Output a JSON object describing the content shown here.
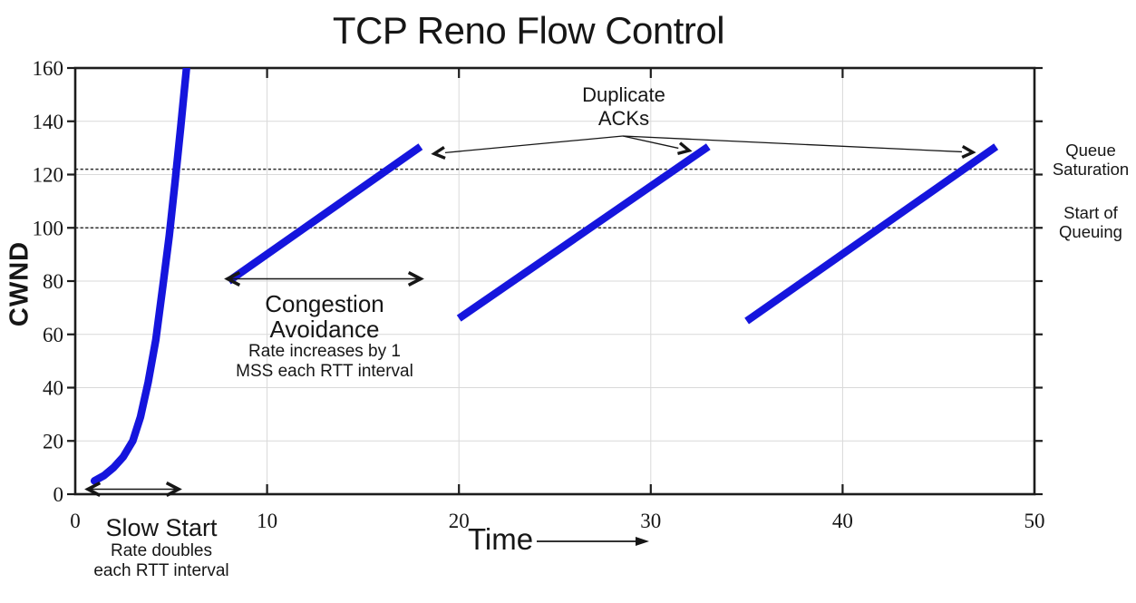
{
  "chart_data": {
    "type": "line",
    "title": "TCP Reno Flow Control",
    "xlabel": "Time",
    "ylabel": "CWND",
    "xlim": [
      0,
      50
    ],
    "ylim": [
      0,
      160
    ],
    "x_ticks": [
      0,
      10,
      20,
      30,
      40,
      50
    ],
    "y_ticks": [
      0,
      20,
      40,
      60,
      80,
      100,
      120,
      140,
      160
    ],
    "grid": true,
    "legend": "none",
    "series_color": "#1515dd",
    "series": [
      {
        "name": "slow-start",
        "phase": "Slow Start",
        "points": [
          [
            1,
            5
          ],
          [
            1.5,
            7
          ],
          [
            2,
            10
          ],
          [
            2.5,
            14
          ],
          [
            3,
            20
          ],
          [
            3.4,
            29
          ],
          [
            3.8,
            42
          ],
          [
            4.2,
            58
          ],
          [
            4.6,
            80
          ],
          [
            4.9,
            97
          ],
          [
            5.2,
            117
          ],
          [
            5.5,
            138
          ],
          [
            5.8,
            160
          ],
          [
            5.95,
            172
          ]
        ]
      },
      {
        "name": "congestion-avoidance-1",
        "phase": "Congestion Avoidance",
        "points": [
          [
            8,
            80
          ],
          [
            18,
            130.5
          ]
        ]
      },
      {
        "name": "congestion-avoidance-2",
        "phase": "Congestion Avoidance",
        "points": [
          [
            20,
            66
          ],
          [
            33,
            130.5
          ]
        ]
      },
      {
        "name": "congestion-avoidance-3",
        "phase": "Congestion Avoidance",
        "points": [
          [
            35,
            65
          ],
          [
            48,
            130.5
          ]
        ]
      }
    ],
    "reference_lines": [
      {
        "y": 122,
        "label": "Queue Saturation",
        "style": "dashed"
      },
      {
        "y": 100,
        "label": "Start of Queuing",
        "style": "dashed"
      }
    ]
  },
  "annotations": {
    "duplicate_acks": {
      "line1": "Duplicate",
      "line2": "ACKs"
    },
    "congestion_avoidance": {
      "title_line1": "Congestion",
      "title_line2": "Avoidance",
      "desc_line1": "Rate increases by 1",
      "desc_line2": "MSS each RTT interval"
    },
    "slow_start": {
      "title": "Slow Start",
      "desc_line1": "Rate doubles",
      "desc_line2": "each RTT interval"
    },
    "queue_saturation": {
      "line1": "Queue",
      "line2": "Saturation"
    },
    "start_of_queuing": {
      "line1": "Start of",
      "line2": "Queuing"
    }
  }
}
